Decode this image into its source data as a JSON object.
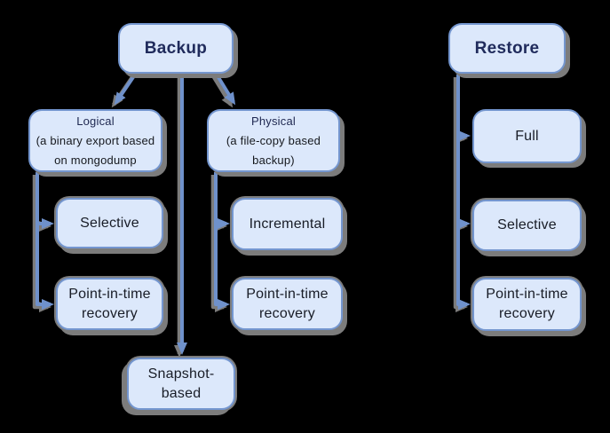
{
  "colors": {
    "background": "#000000",
    "node_fill": "#dce8fb",
    "node_border": "#7496cf",
    "connector": "#6f91cb",
    "shadow": "#7c7c7c",
    "heading_text": "#202b5c",
    "label_text": "#181c26"
  },
  "nodes": {
    "backup": {
      "label": "Backup"
    },
    "restore": {
      "label": "Restore"
    },
    "logical": {
      "title": "Logical",
      "line2": "(a binary export based",
      "line3": "on mongodump"
    },
    "physical": {
      "title": "Physical",
      "line2": "(a file-copy based",
      "line3": "backup)"
    },
    "selective_left": {
      "label": "Selective"
    },
    "pit_left": {
      "label": "Point-in-time\nrecovery"
    },
    "incremental": {
      "label": "Incremental"
    },
    "pit_middle": {
      "label": "Point-in-time\nrecovery"
    },
    "snapshot": {
      "label": "Snapshot-\nbased"
    },
    "full": {
      "label": "Full"
    },
    "selective_right": {
      "label": "Selective"
    },
    "pit_right": {
      "label": "Point-in-time\nrecovery"
    }
  }
}
